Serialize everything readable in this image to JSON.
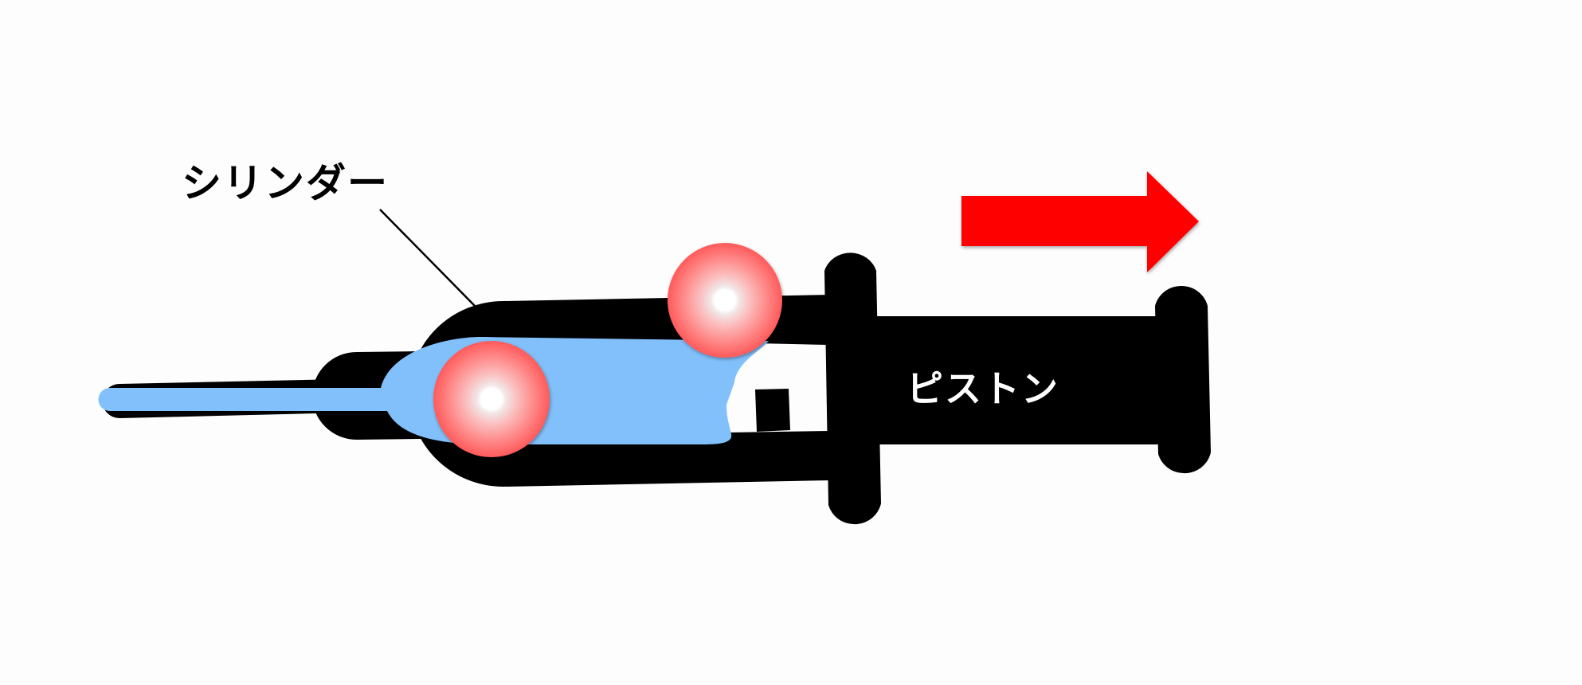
{
  "labels": {
    "cylinder": "シリンダー",
    "piston": "ピストン"
  },
  "colors": {
    "syringe": "#000000",
    "fluid": "#82c0fb",
    "particle_edge": "#ff5a5a",
    "particle_center": "#ffffff",
    "arrow": "#ff0000"
  },
  "arrow_direction": "right"
}
